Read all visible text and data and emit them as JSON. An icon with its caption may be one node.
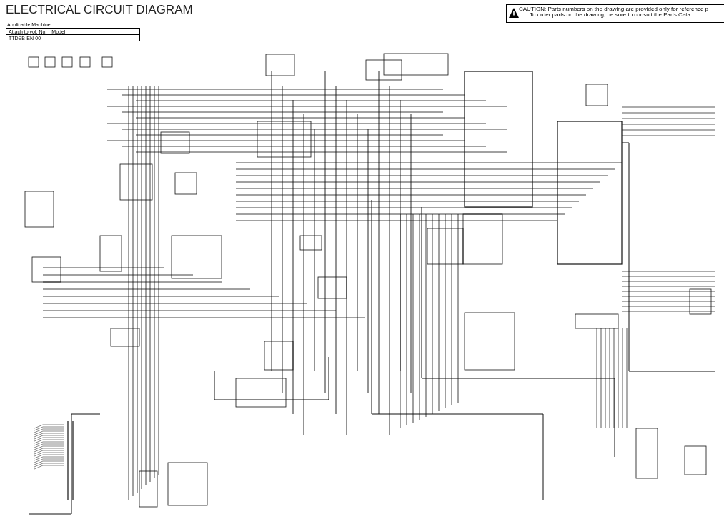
{
  "diagram": {
    "title": "ELECTRICAL CIRCUIT DIAGRAM",
    "labels": [
      "Applicable Machine",
      "Attach to vol. No.",
      "Model",
      "TTDEB-EN-00",
      "CAUTION: Parts numbers on the drawing are provided only for reference p",
      "To order parts on the drawing, be sure to consult the Parts Cata"
    ]
  }
}
